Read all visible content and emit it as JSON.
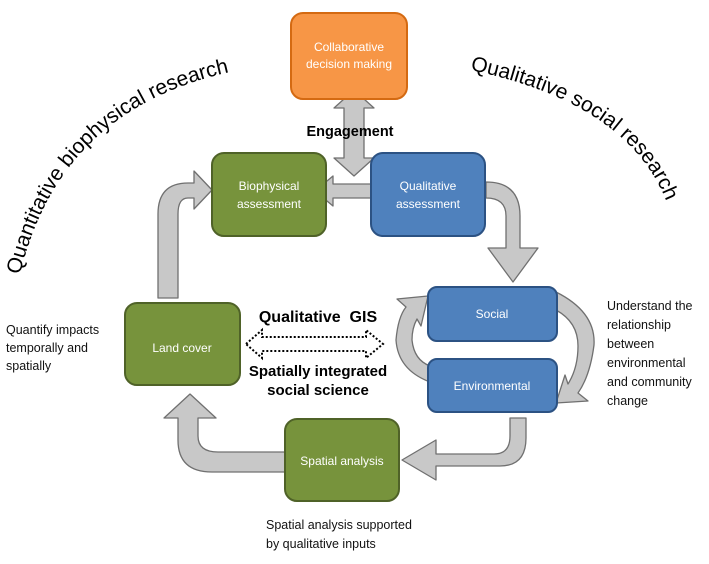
{
  "colors": {
    "orange": "#F79646",
    "orange_border": "#D46A12",
    "green": "#77933C",
    "green_border": "#4F6228",
    "blue": "#4F81BD",
    "blue_border": "#2C5283",
    "arrow_fill": "#C8C8C8",
    "arrow_border": "#707070"
  },
  "nodes": {
    "collaborative": [
      "Collaborative",
      "decision making"
    ],
    "biophysical": [
      "Biophysical",
      "assessment"
    ],
    "qualitative": [
      "Qualitative",
      "assessment"
    ],
    "social": "Social",
    "environmental": "Environmental",
    "land_cover": "Land cover",
    "spatial_analysis": "Spatial analysis"
  },
  "labels": {
    "engagement": "Engagement",
    "qualitative_gis": "Qualitative  GIS",
    "spatially_integrated": [
      "Spatially integrated",
      "social science"
    ],
    "arc_left": "Quantitative biophysical research",
    "arc_right": "Qualitative social research"
  },
  "notes": {
    "left": [
      "Quantify impacts",
      "temporally and",
      "spatially"
    ],
    "right": [
      "Understand the",
      "relationship",
      "between",
      "environmental",
      "and community",
      "change"
    ],
    "bottom": [
      "Spatial analysis supported",
      "by qualitative inputs"
    ]
  }
}
